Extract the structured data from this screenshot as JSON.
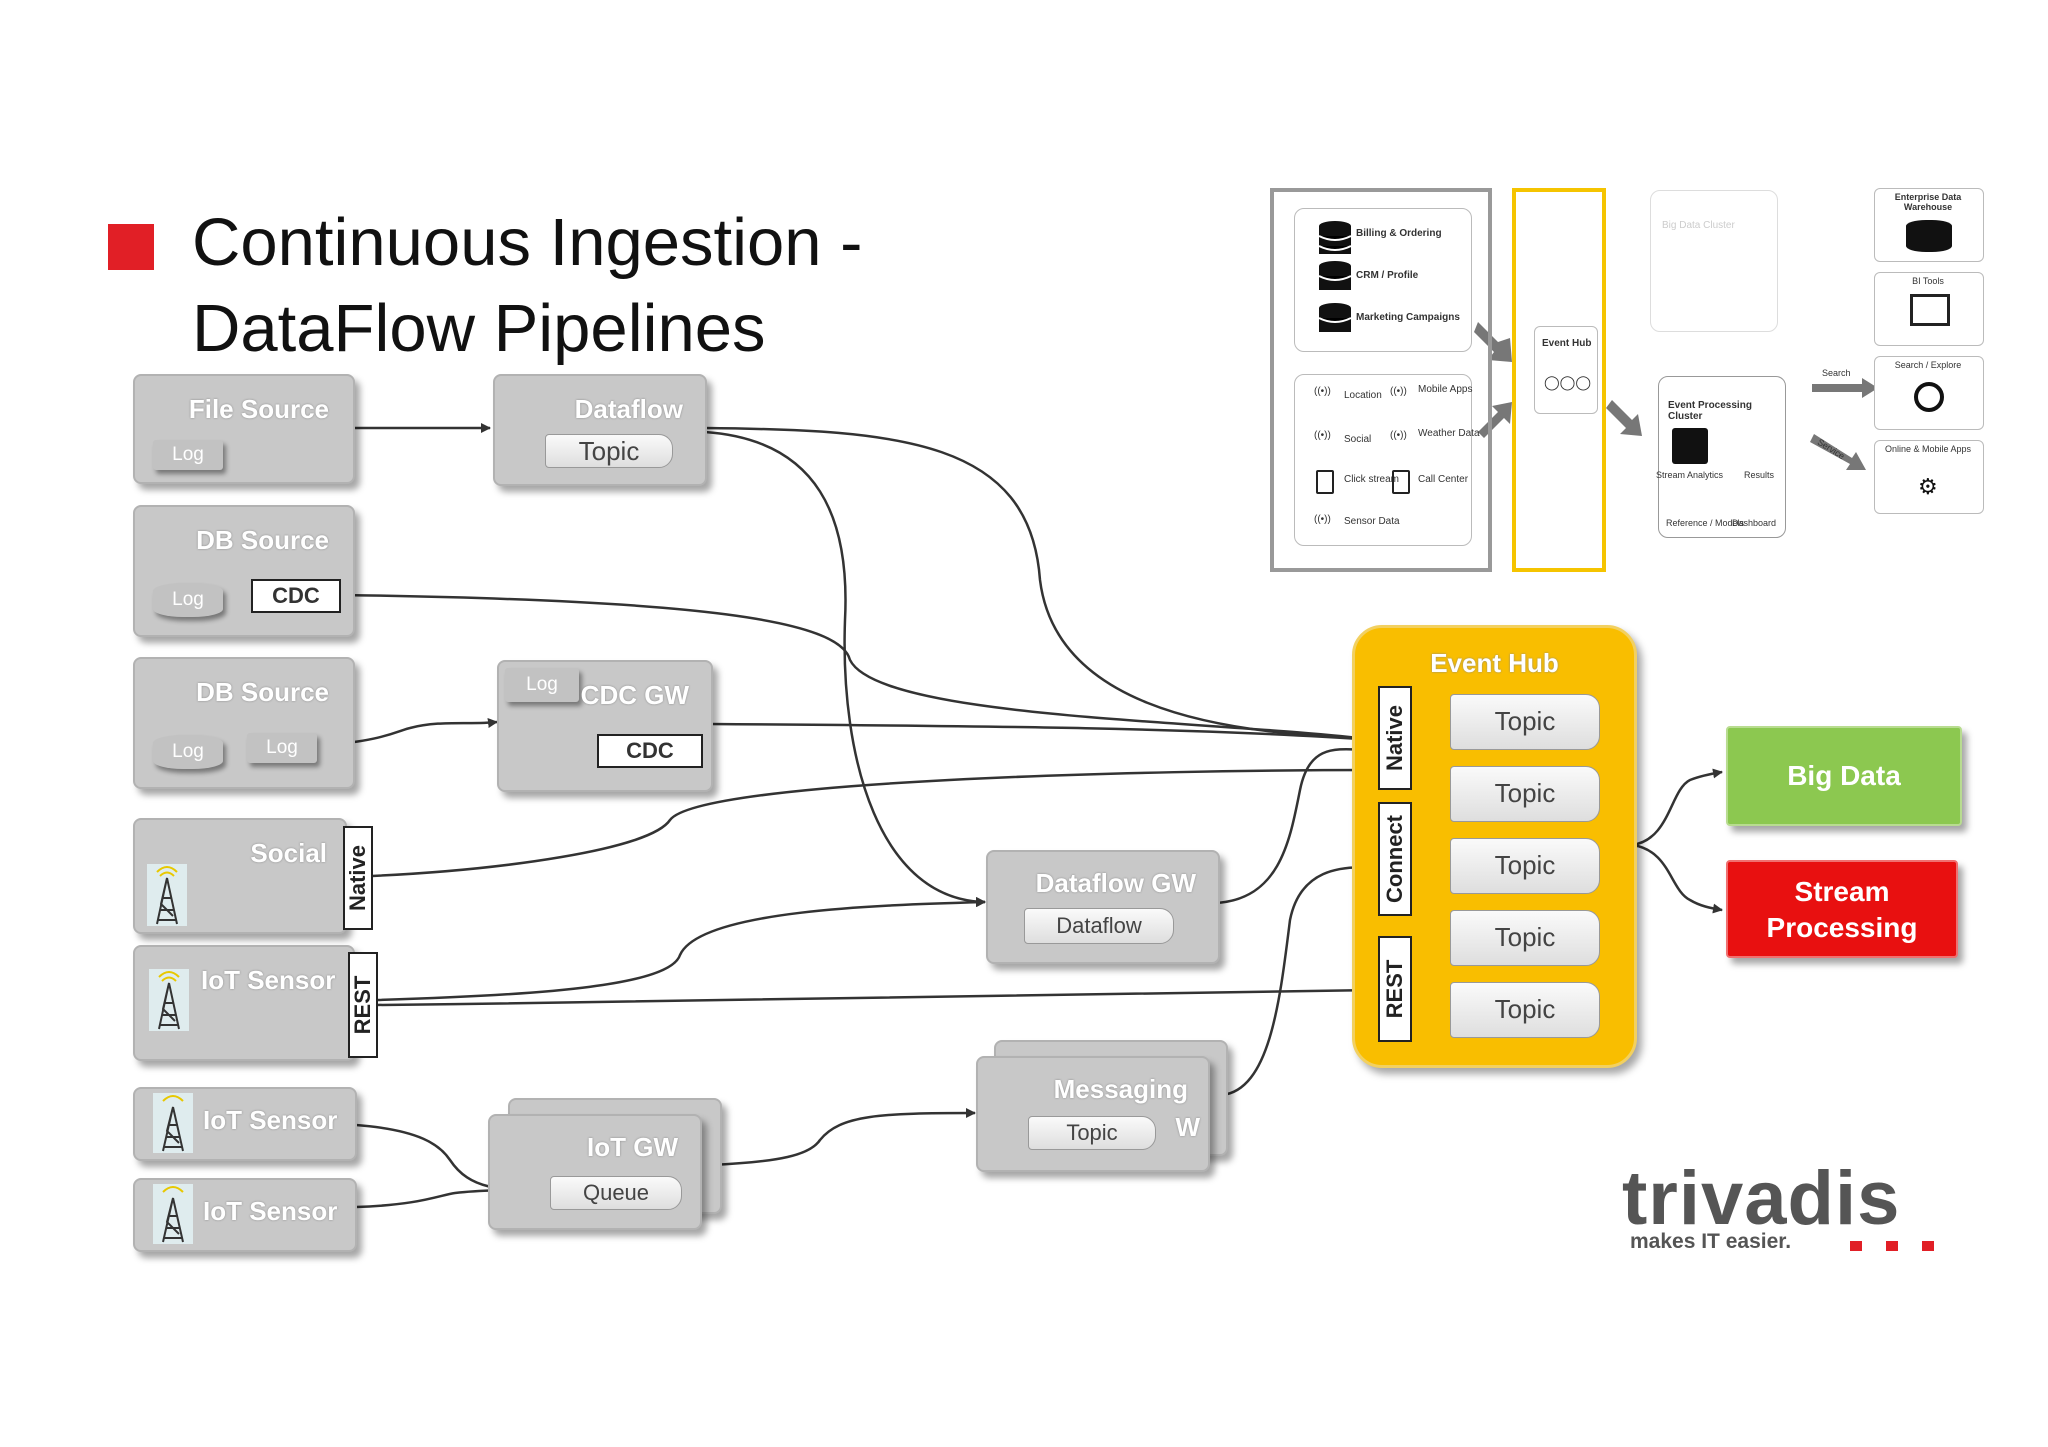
{
  "title": {
    "line1": "Continuous Ingestion -",
    "line2": "DataFlow Pipelines"
  },
  "sources": {
    "file": {
      "title": "File Source",
      "log": "Log"
    },
    "db1": {
      "title": "DB Source",
      "log": "Log",
      "cdc": "CDC"
    },
    "db2": {
      "title": "DB Source",
      "log1": "Log",
      "log2": "Log"
    },
    "social": {
      "title": "Social",
      "native": "Native"
    },
    "iot1": {
      "title": "IoT Sensor",
      "rest": "REST"
    },
    "iot2": {
      "title": "IoT Sensor"
    },
    "iot3": {
      "title": "IoT Sensor"
    }
  },
  "mid": {
    "dataflow": {
      "title": "Dataflow",
      "topic": "Topic"
    },
    "cdcgw": {
      "title": "CDC GW",
      "log": "Log",
      "cdc": "CDC"
    },
    "dataflowgw": {
      "title": "Dataflow GW",
      "dataflow": "Dataflow"
    },
    "messaging": {
      "title": "Messaging",
      "suffix": "W",
      "topic": "Topic"
    },
    "iotgw": {
      "title": "IoT GW",
      "queue": "Queue"
    }
  },
  "hub": {
    "title": "Event Hub",
    "native": "Native",
    "connect": "Connect",
    "rest": "REST",
    "topics": [
      "Topic",
      "Topic",
      "Topic",
      "Topic",
      "Topic"
    ]
  },
  "outputs": {
    "bigdata": "Big Data",
    "stream_line1": "Stream",
    "stream_line2": "Processing"
  },
  "overview": {
    "sources": [
      "Billing & Ordering",
      "CRM / Profile",
      "Marketing Campaigns"
    ],
    "streams": [
      "Location",
      "Mobile Apps",
      "Social",
      "Weather Data",
      "Click stream",
      "Call Center",
      "Sensor Data"
    ],
    "event_hub": "Event Hub",
    "big_data_cluster": "Big Data Cluster",
    "event_processing": "Event Processing Cluster",
    "ep_items": [
      "Stream Analytics",
      "Results",
      "Reference / Models",
      "Dashboard"
    ],
    "targets": [
      "Enterprise Data Warehouse",
      "BI Tools",
      "Search / Explore",
      "Online & Mobile Apps"
    ],
    "search_label": "Search",
    "service_label": "Service"
  },
  "logo": {
    "brand": "trivadis",
    "slogan": "makes IT easier."
  },
  "colors": {
    "accent_red": "#e11f26",
    "event_hub": "#f9be00",
    "big_data": "#8cc850",
    "stream": "#e81010"
  }
}
